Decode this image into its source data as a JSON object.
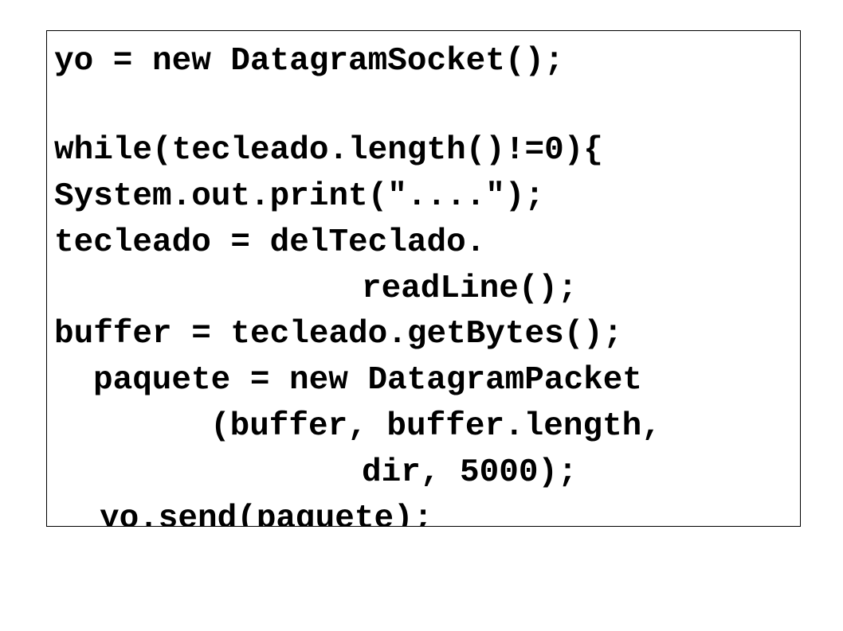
{
  "code": {
    "lines": [
      "yo = new DatagramSocket();",
      "while(tecleado.length()!=0){",
      "System.out.print(\"....\");",
      "tecleado = delTeclado.",
      "readLine();",
      "buffer = tecleado.getBytes();",
      "paquete = new DatagramPacket",
      "(buffer, buffer.length,",
      "dir, 5000);",
      "yo.send(paquete);"
    ]
  }
}
